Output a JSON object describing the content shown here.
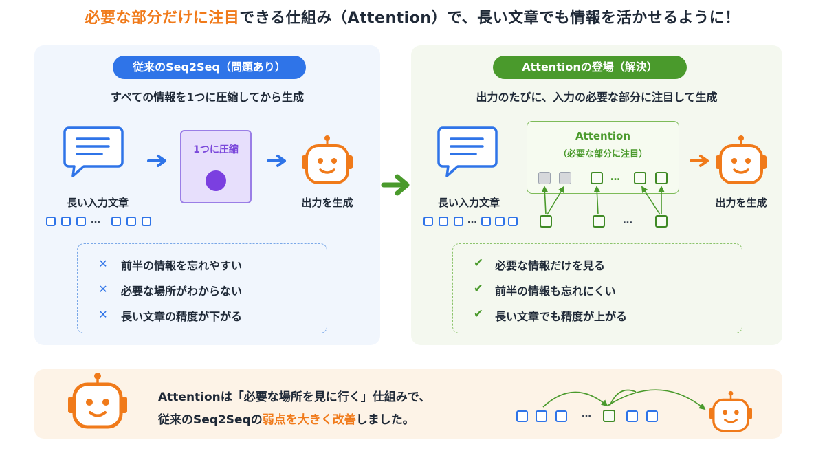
{
  "title": {
    "highlight": "必要な部分だけに注目",
    "rest": "できる仕組み（Attention）で、長い文章でも情報を活かせるように！"
  },
  "left": {
    "pill": "従来のSeq2Seq（問題あり）",
    "subtitle": "すべての情報を1つに圧縮してから生成",
    "input_label": "長い入力文章",
    "compress_label": "1つに圧縮",
    "output_label": "出力を生成",
    "tokens_ellipsis": "…",
    "issues": [
      "前半の情報を忘れやすい",
      "必要な場所がわからない",
      "長い文章の精度が下がる"
    ],
    "issue_mark": "✕"
  },
  "right": {
    "pill": "Attentionの登場（解決）",
    "subtitle": "出力のたびに、入力の必要な部分に注目して生成",
    "input_label": "長い入力文章",
    "attention_title": "Attention",
    "attention_sub": "（必要な部分に注目）",
    "output_label": "出力を生成",
    "tokens_ellipsis": "…",
    "attn_ellipsis": "…",
    "bottom_ellipsis": "…",
    "benefits": [
      "必要な情報だけを見る",
      "前半の情報も忘れにくい",
      "長い文章でも精度が上がる"
    ],
    "benefit_mark": "✔"
  },
  "summary": {
    "line1": "Attentionは「必要な場所を見に行く」仕組みで、",
    "line2_pre": "従来のSeq2Seqの",
    "line2_hl": "弱点を大きく改善",
    "line2_post": "しました。",
    "ellipsis": "…"
  },
  "colors": {
    "accent_orange": "#f07a1a",
    "blue": "#2f74e8",
    "green": "#4a9a2c",
    "purple": "#7b48db"
  }
}
